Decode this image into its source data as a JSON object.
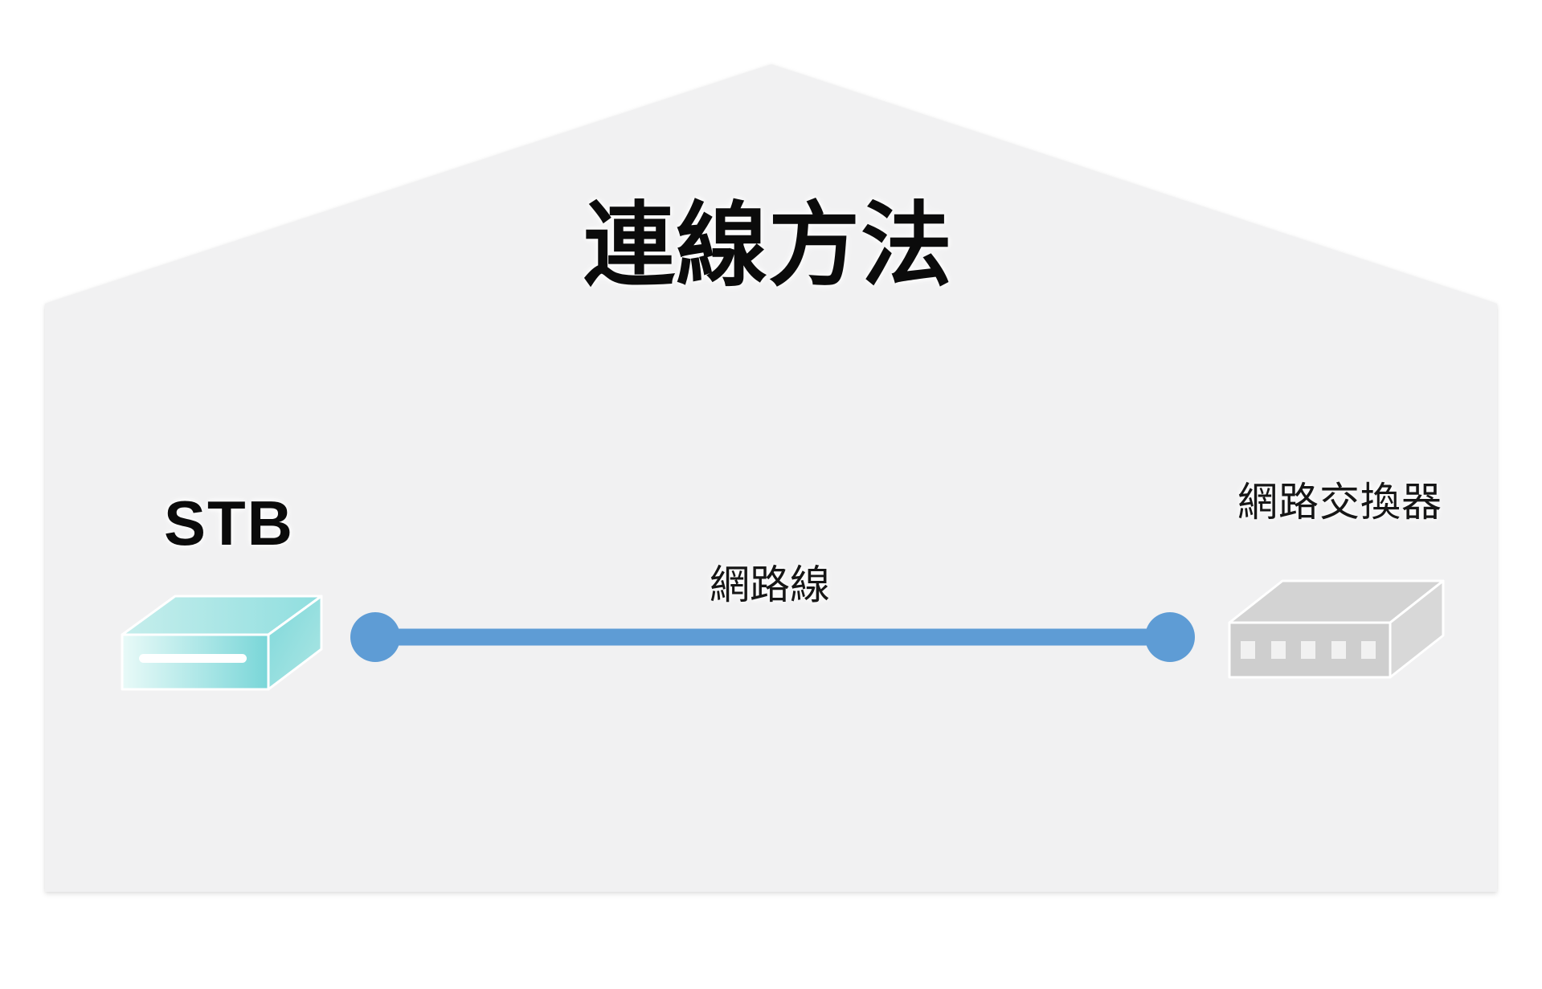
{
  "title": "連線方法",
  "diagram": {
    "stb": {
      "label": "STB"
    },
    "cable": {
      "label": "網路線"
    },
    "switch": {
      "label": "網路交換器"
    }
  },
  "colors": {
    "background": "#FFFFFF",
    "house": "#F1F1F2",
    "cable_blue": "#5E9CD5",
    "stb_top_light": "#C6EEEC",
    "stb_top_dark": "#8FDEDF",
    "stb_front_light": "#E9FAF8",
    "stb_front_dark": "#79D6D8",
    "stb_side_light": "#7ED8DA",
    "stb_side_dark": "#ADE6E4",
    "stb_slot": "#FFFFFF",
    "switch_top": "#D3D3D3",
    "switch_front": "#CECECE",
    "switch_side": "#D8D8D8",
    "switch_port": "#F1F1F1"
  }
}
